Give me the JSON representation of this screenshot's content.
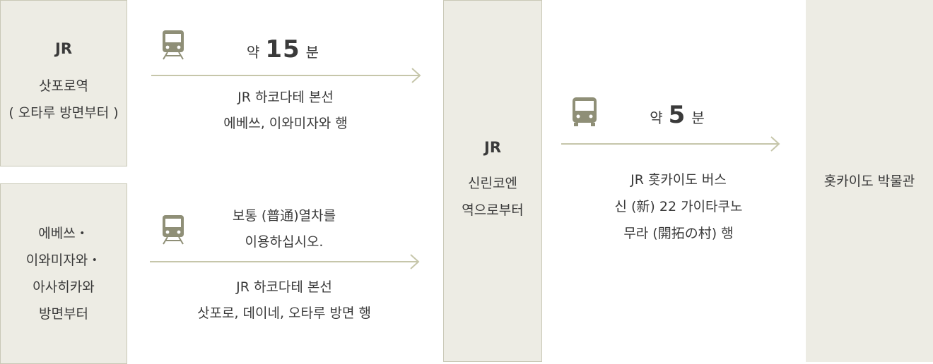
{
  "origin_sapporo": {
    "line": "JR",
    "station": "삿포로역",
    "note": "( 오타루 방면부터 )"
  },
  "origin_other": {
    "lines": [
      "에베쓰・",
      "이와미자와・",
      "아사히카와",
      "방면부터"
    ]
  },
  "route_rapid": {
    "icon": "train-icon",
    "time_prefix": "약",
    "time_value": "15",
    "time_unit": "분",
    "line1": "JR 하코다테 본선",
    "line2": "에베쓰, 이와미자와 행"
  },
  "route_local": {
    "icon": "train-icon",
    "note1": "보통 (普通)열차를",
    "note2": "이용하십시오.",
    "line1": "JR 하코다테 본선",
    "line2": "삿포로, 데이네, 오타루 방면 행"
  },
  "transfer_station": {
    "line": "JR",
    "name1": "신린코엔",
    "name2": "역으로부터"
  },
  "route_bus": {
    "icon": "bus-icon",
    "time_prefix": "약",
    "time_value": "5",
    "time_unit": "분",
    "line1": "JR 홋카이도 버스",
    "line2": "신 (新)  22 가이타쿠노",
    "line3": "무라 (開拓の村) 행"
  },
  "destination": {
    "name": "홋카이도 박물관"
  },
  "colors": {
    "box_bg": "#edece4",
    "box_border": "#c9c8b6",
    "arrow": "#c6c6aa",
    "icon": "#8f8f77"
  }
}
